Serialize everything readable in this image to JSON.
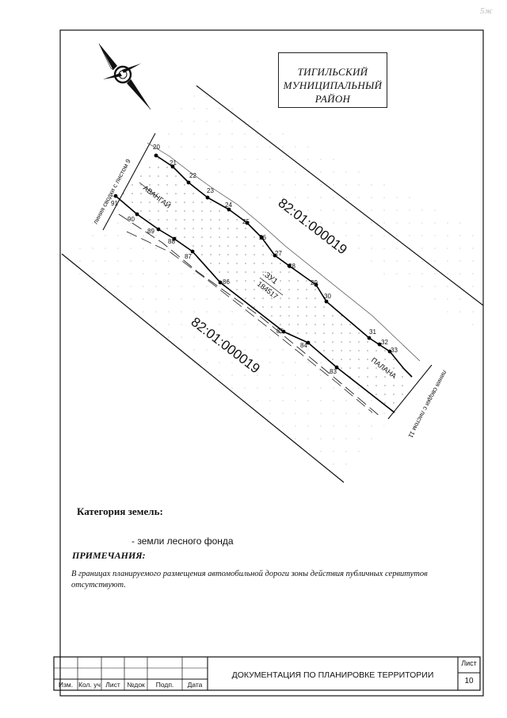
{
  "page_corner_mark": "5ж",
  "district_box": {
    "line1": "ТИГИЛЬСКИЙ",
    "line2": "МУНИЦИПАЛЬНЫЙ",
    "line3": "РАЙОН"
  },
  "map": {
    "cadastral_quarter_upper": "82:01:000019",
    "cadastral_quarter_lower": "82:01:000019",
    "match_line_left": "линия сводки с листом 9",
    "match_line_right": "линия сводки с листом 11",
    "road_label_left": "АВАНГАЙ",
    "road_label_right": "ПАЛАНА",
    "plot_id": ":ЗУ1",
    "plot_area": "184517",
    "north_boundary_points": [
      "20",
      "21",
      "22",
      "23",
      "24",
      "25",
      "26",
      "27",
      "28",
      "29",
      "30",
      "31",
      "32",
      "33"
    ],
    "south_boundary_points": [
      "91",
      "90",
      "89",
      "88",
      "87",
      "86",
      "85",
      "84",
      "83"
    ]
  },
  "land_category": {
    "heading": "Категория земель:",
    "value": "- земли лесного фонда"
  },
  "notes": {
    "heading": "ПРИМЕЧАНИЯ:",
    "text": "В границах планируемого размещения автомобильной дороги зоны действия публичных сервитутов отсутствуют."
  },
  "title_block": {
    "columns": [
      "Изм.",
      "Кол. уч",
      "Лист",
      "№док",
      "Подп.",
      "Дата"
    ],
    "document_title": "ДОКУМЕНТАЦИЯ ПО ПЛАНИРОВКЕ ТЕРРИТОРИИ",
    "sheet_label": "Лист",
    "sheet_number": "10"
  }
}
